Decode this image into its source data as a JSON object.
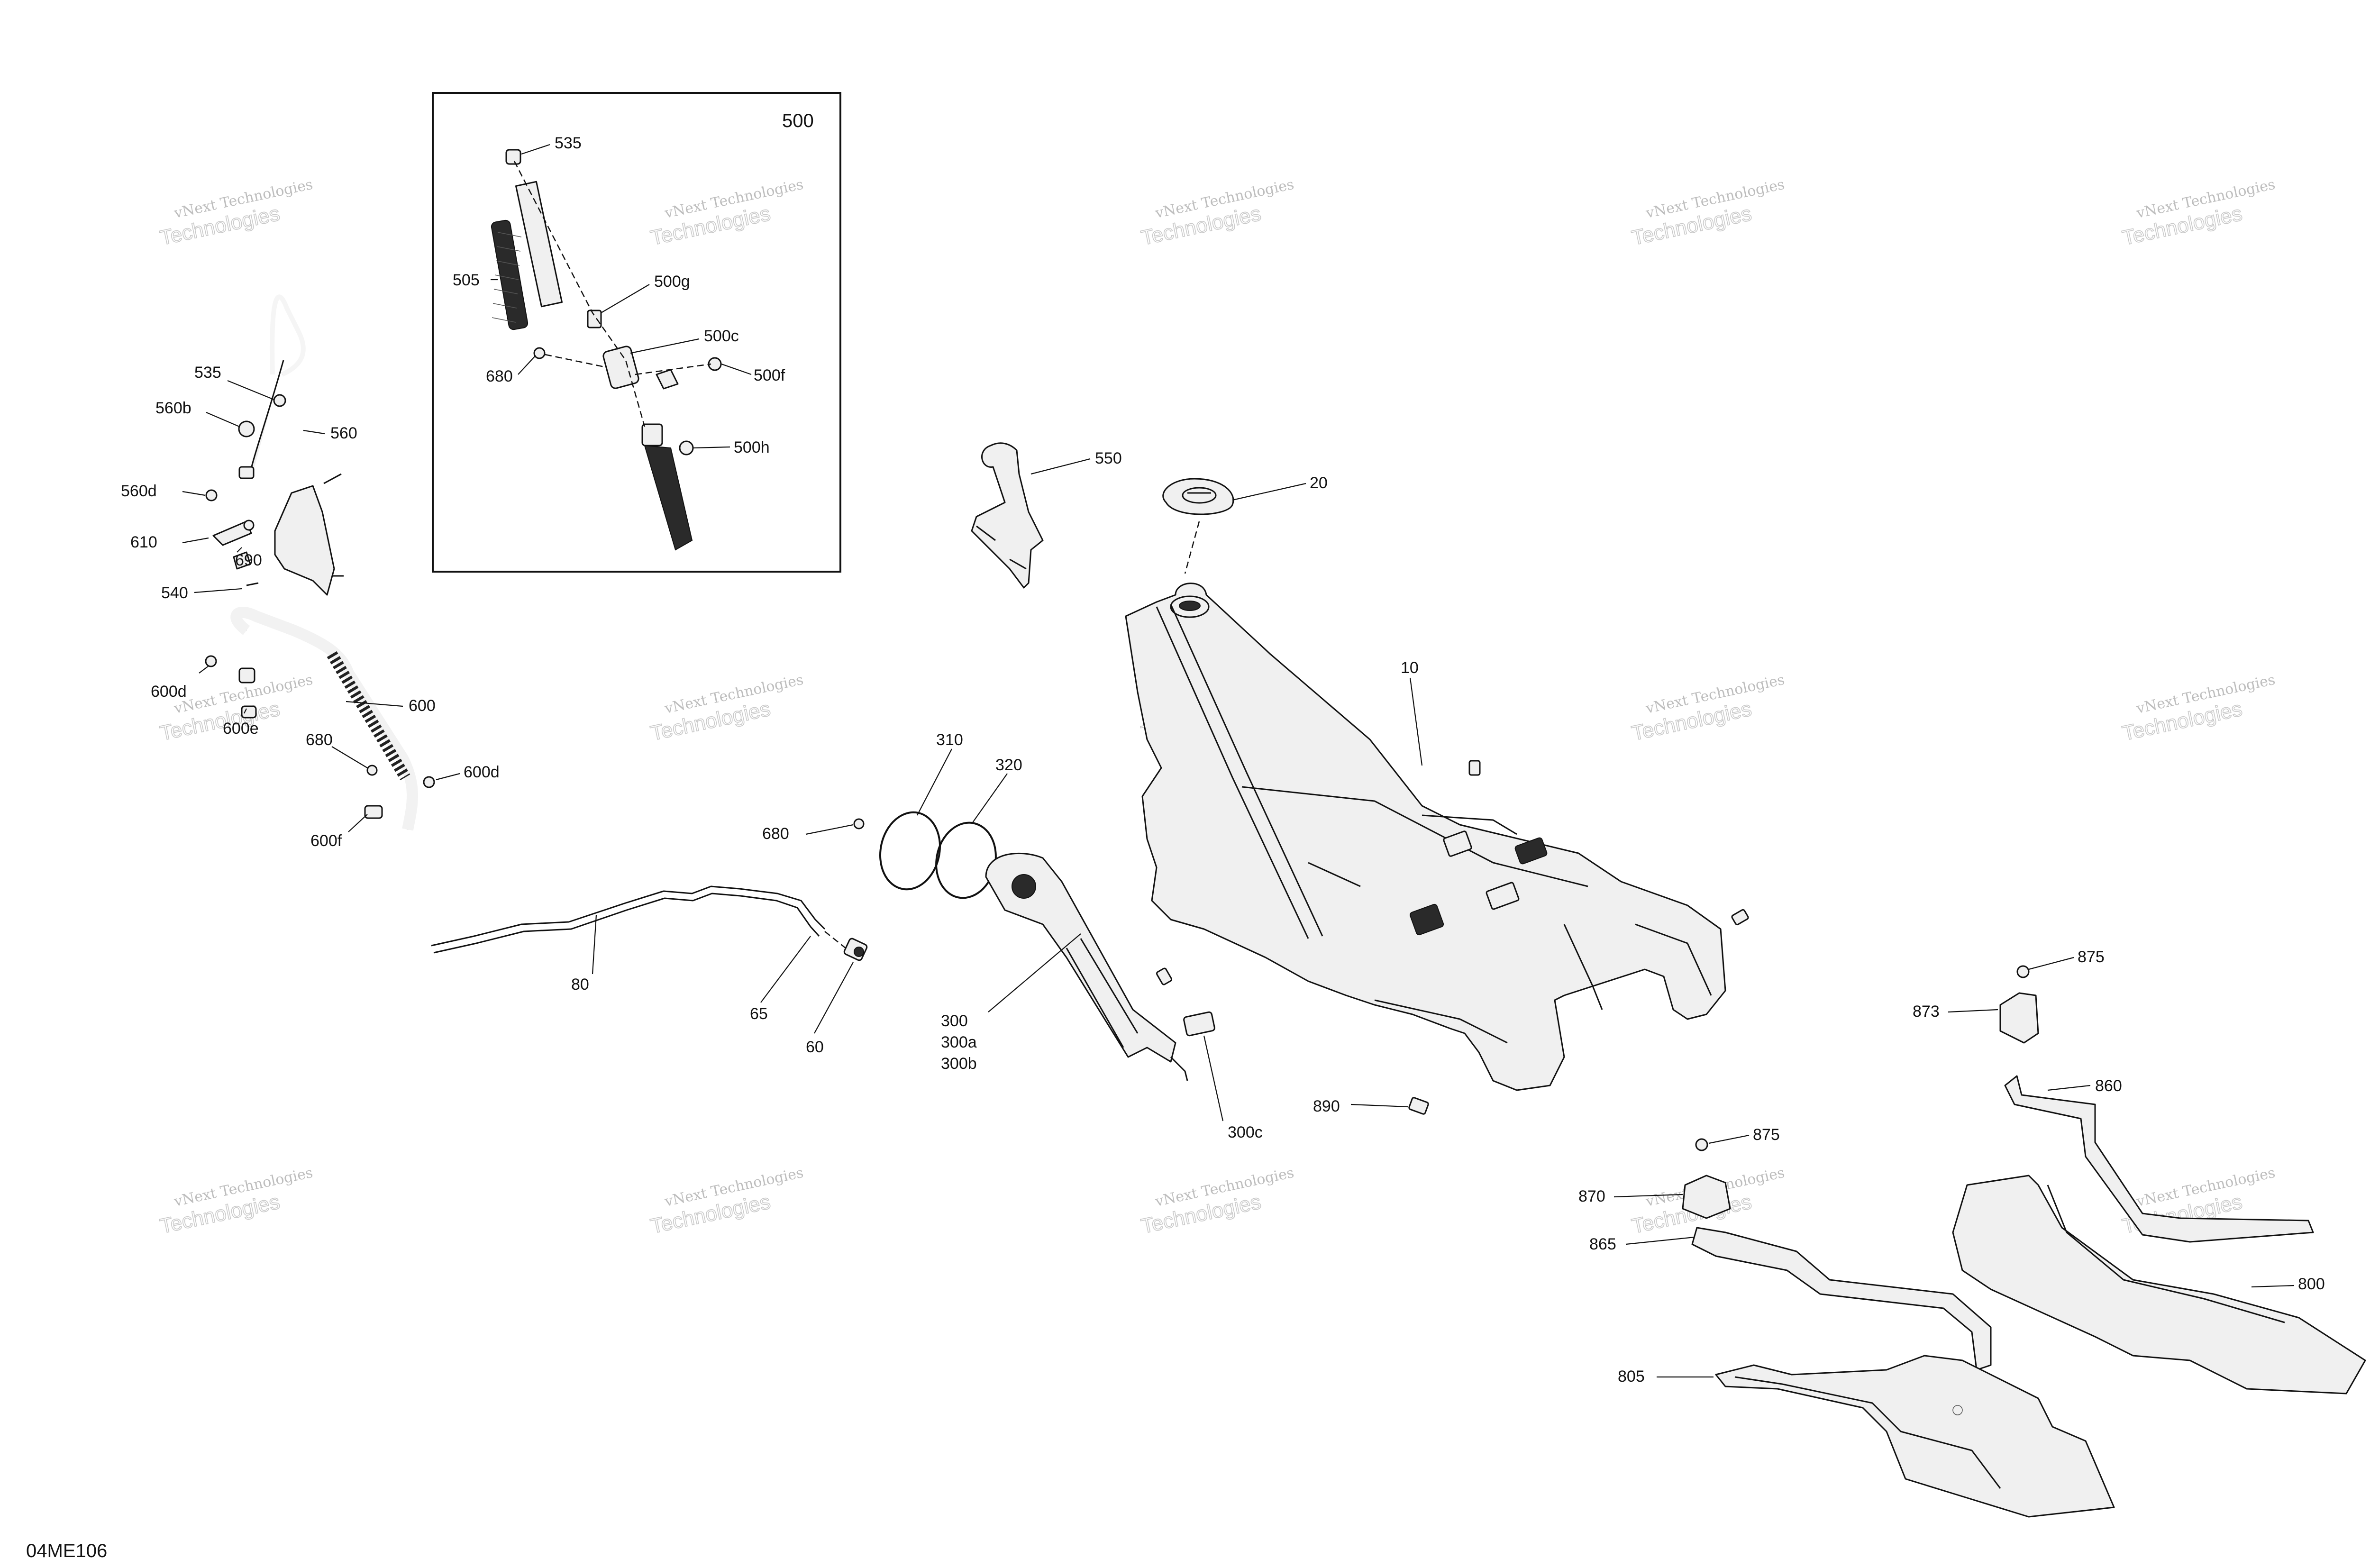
{
  "diagram_code": "04ME106",
  "inset_title": "500",
  "watermark": {
    "line1": "vNext Technologies",
    "line2": "Technologies"
  },
  "callouts": {
    "c10": "10",
    "c20": "20",
    "c60": "60",
    "c65": "65",
    "c80": "80",
    "c300": "300",
    "c300a": "300a",
    "c300b": "300b",
    "c300c": "300c",
    "c310": "310",
    "c320": "320",
    "c500g": "500g",
    "c500c": "500c",
    "c500f": "500f",
    "c500h": "500h",
    "c505": "505",
    "c535_inset": "535",
    "c680_inset": "680",
    "c535": "535",
    "c540": "540",
    "c550": "550",
    "c560": "560",
    "c560b": "560b",
    "c560d": "560d",
    "c600": "600",
    "c600d_a": "600d",
    "c600d_b": "600d",
    "c600e": "600e",
    "c600f": "600f",
    "c610": "610",
    "c680_a": "680",
    "c680_b": "680",
    "c690": "690",
    "c800": "800",
    "c805": "805",
    "c860": "860",
    "c865": "865",
    "c870": "870",
    "c873": "873",
    "c875_a": "875",
    "c875_b": "875",
    "c890": "890"
  }
}
